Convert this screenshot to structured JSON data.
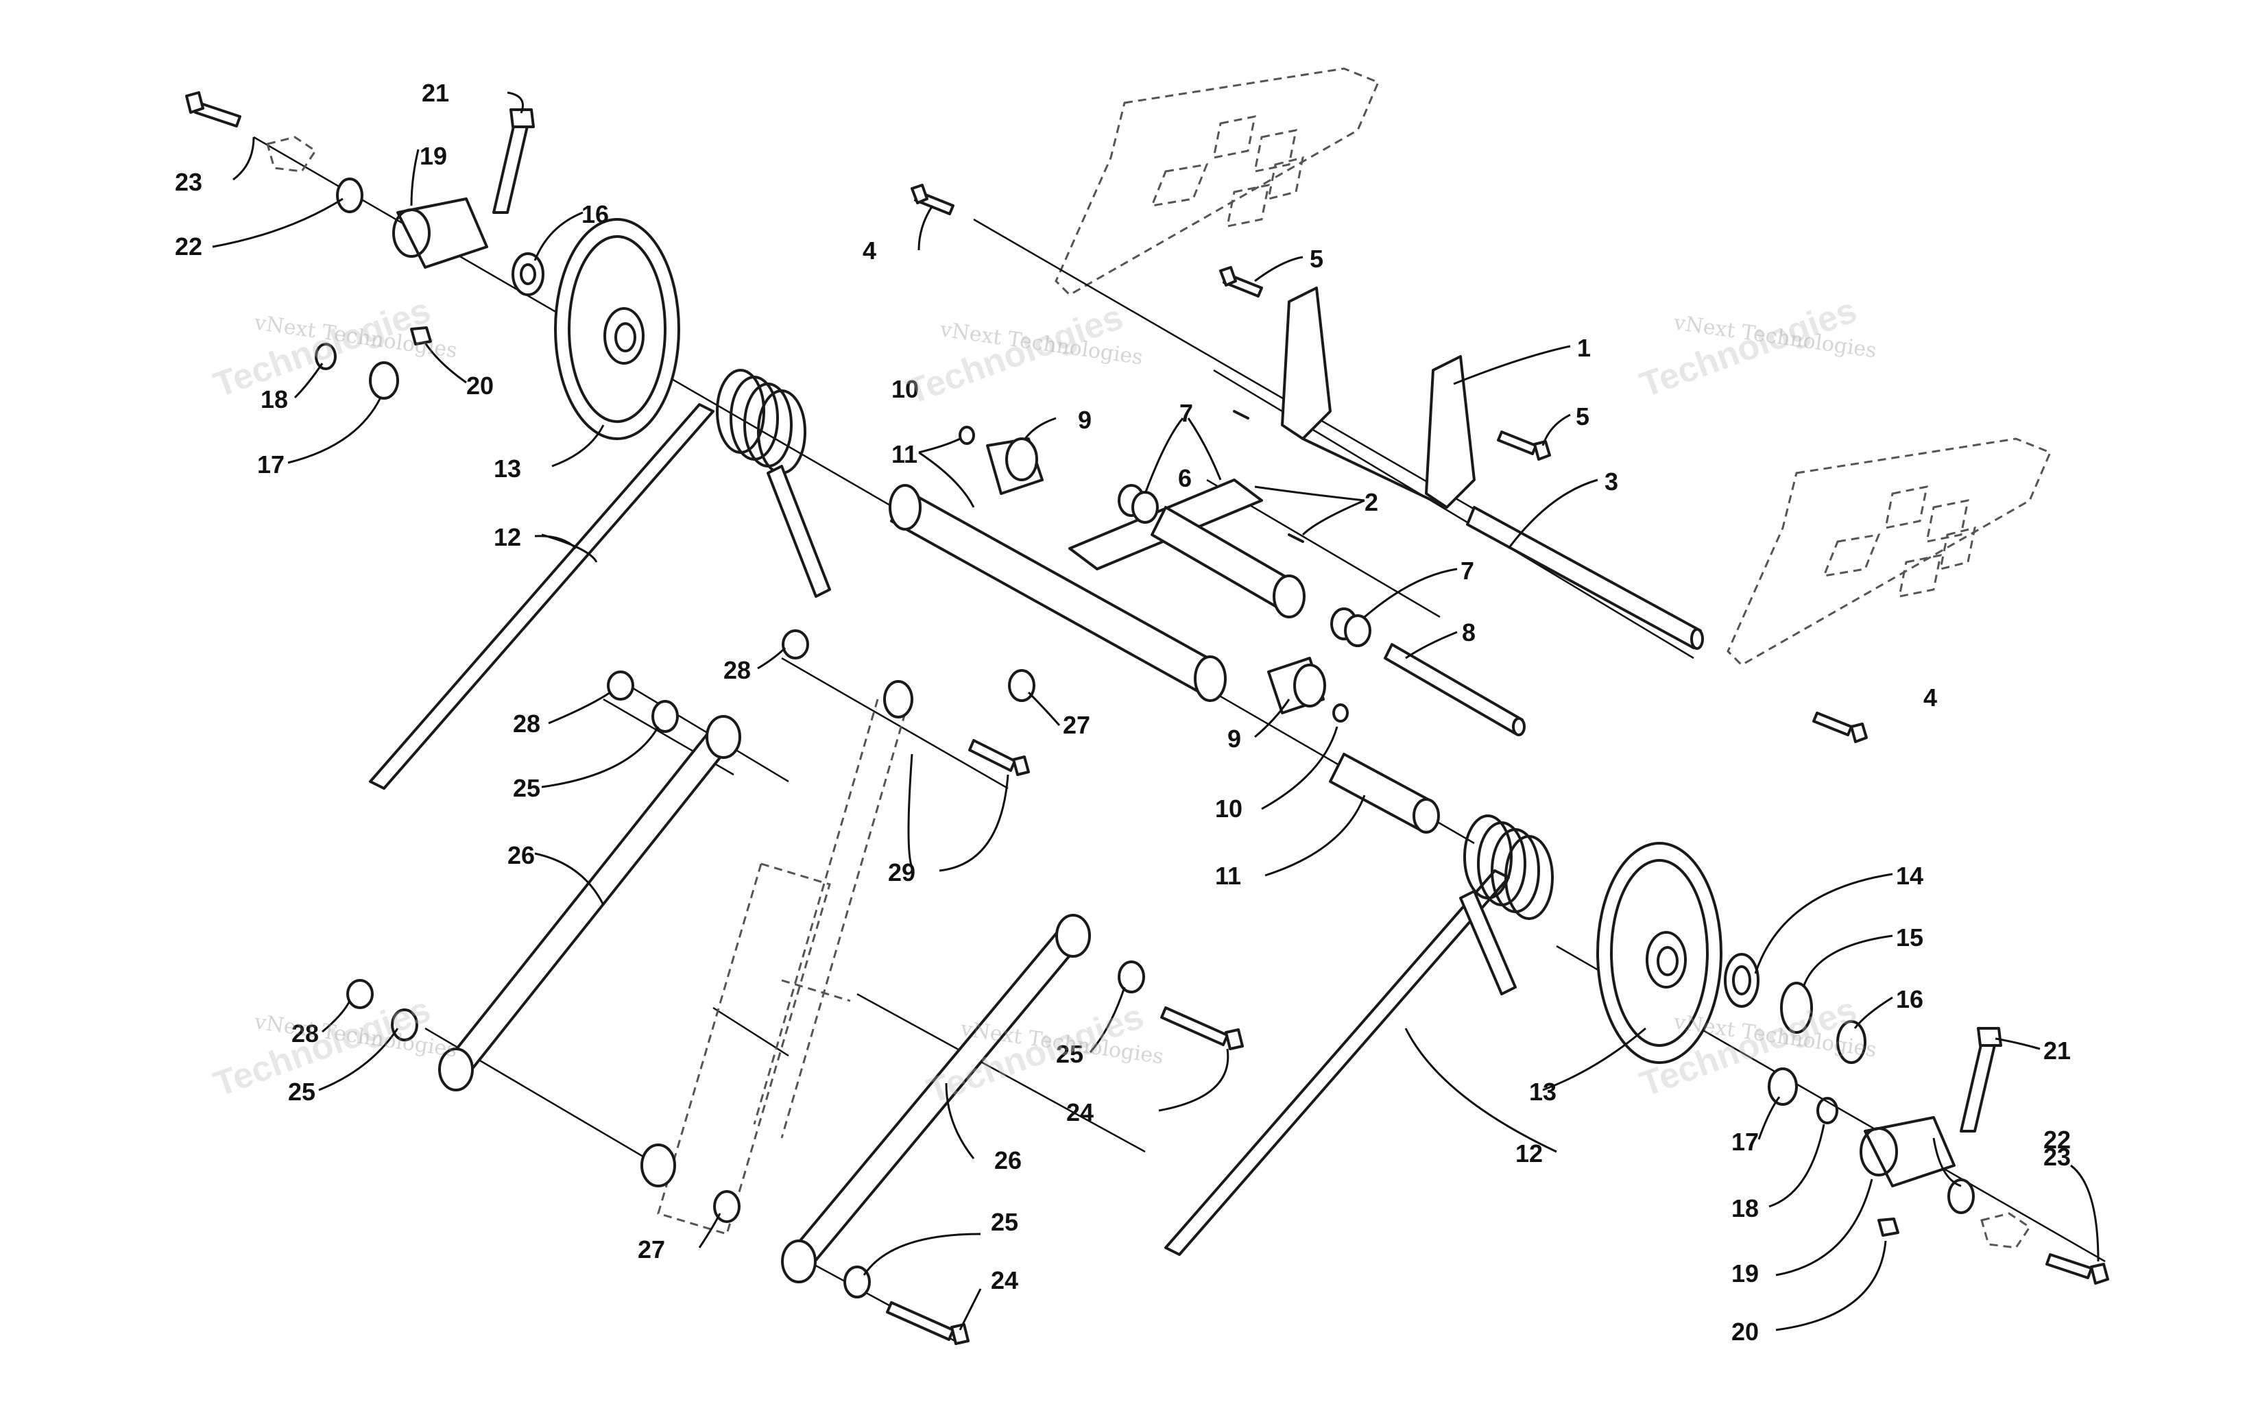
{
  "watermark": {
    "line1": "vNext Technologies",
    "line2": "Technologies",
    "line3": "vNext"
  },
  "callouts": {
    "c1": "1",
    "c2": "2",
    "c3": "3",
    "c4a": "4",
    "c4b": "4",
    "c5a": "5",
    "c5b": "5",
    "c6": "6",
    "c7a": "7",
    "c7b": "7",
    "c8": "8",
    "c9a": "9",
    "c9b": "9",
    "c10a": "10",
    "c10b": "10",
    "c11a": "11",
    "c11b": "11",
    "c12a": "12",
    "c12b": "12",
    "c13a": "13",
    "c13b": "13",
    "c14": "14",
    "c15": "15",
    "c16a": "16",
    "c16b": "16",
    "c17a": "17",
    "c17b": "17",
    "c18a": "18",
    "c18b": "18",
    "c19a": "19",
    "c19b": "19",
    "c20a": "20",
    "c20b": "20",
    "c21a": "21",
    "c21b": "21",
    "c22a": "22",
    "c22b": "22",
    "c23a": "23",
    "c23b": "23",
    "c24a": "24",
    "c24b": "24",
    "c25a": "25",
    "c25b": "25",
    "c25c": "25",
    "c25d": "25",
    "c26a": "26",
    "c26b": "26",
    "c27a": "27",
    "c27b": "27",
    "c28a": "28",
    "c28b": "28",
    "c28c": "28",
    "c29": "29"
  }
}
